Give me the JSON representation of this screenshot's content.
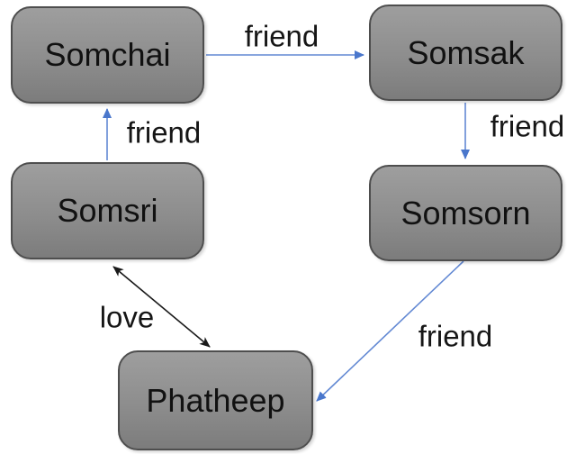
{
  "diagram": {
    "type": "directed-graph",
    "background_color": "#ffffff",
    "node_style": {
      "fill_top": "#9e9e9e",
      "fill_bottom": "#7c7c7c",
      "border_color": "#4e4e4e",
      "text_color": "#111111"
    },
    "edge_colors": {
      "friend": "#5f85d2",
      "love": "#1a1a1a"
    },
    "nodes": [
      {
        "id": "somchai",
        "label": "Somchai"
      },
      {
        "id": "somsak",
        "label": "Somsak"
      },
      {
        "id": "somsri",
        "label": "Somsri"
      },
      {
        "id": "somsorn",
        "label": "Somsorn"
      },
      {
        "id": "phatheep",
        "label": "Phatheep"
      }
    ],
    "edges": [
      {
        "from": "Somchai",
        "to": "Somsak",
        "label": "friend",
        "direction": "one-way"
      },
      {
        "from": "Somsri",
        "to": "Somchai",
        "label": "friend",
        "direction": "one-way"
      },
      {
        "from": "Somsak",
        "to": "Somsorn",
        "label": "friend",
        "direction": "one-way"
      },
      {
        "from": "Somsorn",
        "to": "Phatheep",
        "label": "friend",
        "direction": "one-way"
      },
      {
        "from": "Somsri",
        "to": "Phatheep",
        "label": "love",
        "direction": "two-way"
      }
    ]
  }
}
